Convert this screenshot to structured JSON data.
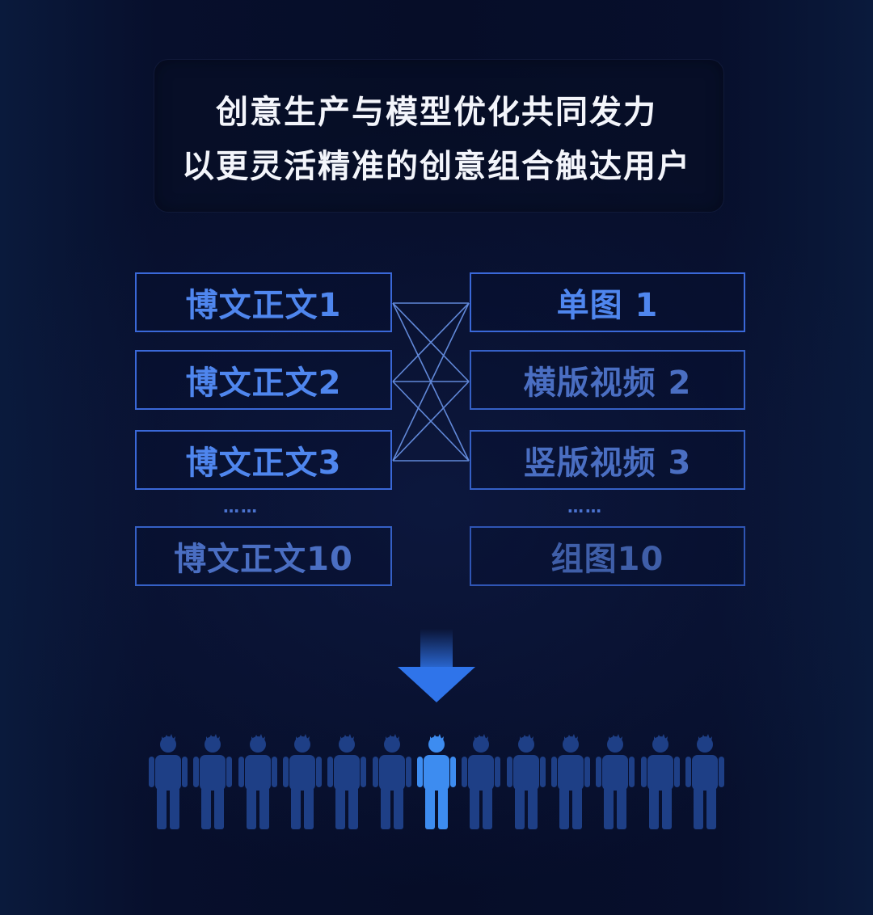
{
  "headline": {
    "line1": "创意生产与模型优化共同发力",
    "line2": "以更灵活精准的创意组合触达用户"
  },
  "left_column": {
    "items": [
      "博文正文1",
      "博文正文2",
      "博文正文3",
      "博文正文10"
    ],
    "ellipsis": "……"
  },
  "right_column": {
    "items": [
      "单图 1",
      "横版视频 2",
      "竖版视频 3",
      "组图10"
    ],
    "ellipsis": "……"
  },
  "crowd": {
    "count": 13,
    "highlighted_index": 6
  },
  "colors": {
    "accent_blue": "#4f86ee",
    "line_blue": "#6b95ea",
    "person_dim": "#1e3f86",
    "person_highlight": "#3d8cf0",
    "headline_text": "#f3f5fb"
  },
  "icons": [
    "down-arrow-icon",
    "person-icon"
  ]
}
